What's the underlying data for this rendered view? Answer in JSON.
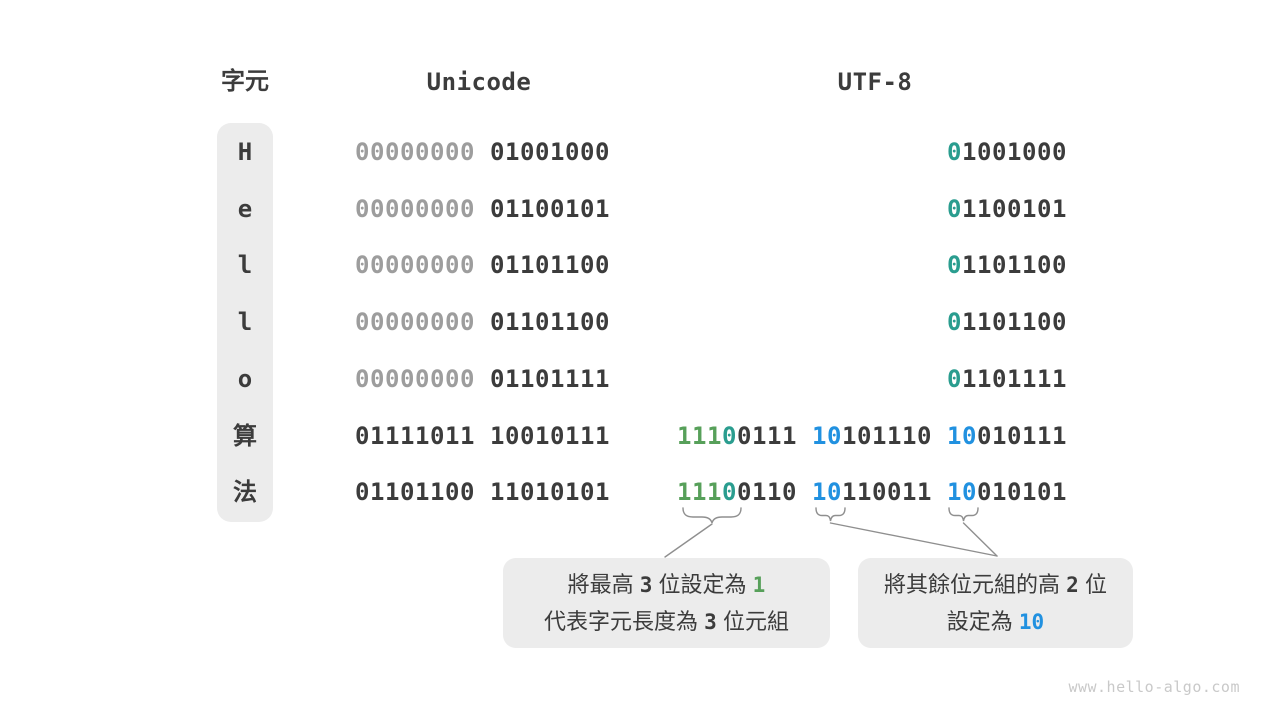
{
  "page": {
    "watermark": "www.hello-algo.com",
    "background": "#ffffff"
  },
  "colors": {
    "dark": "#3c3c3c",
    "gray": "#9d9d9d",
    "teal": "#2a9d8f",
    "green": "#57a05a",
    "blue": "#2191e0",
    "box_bg": "#ececec",
    "line": "#8f8f8f",
    "watermark": "#c9c9c9"
  },
  "header": {
    "char_col": "字元",
    "unicode_col": "Unicode",
    "utf8_col": "UTF-8"
  },
  "rows": [
    {
      "char": "H",
      "unicode": [
        {
          "t": "00000000",
          "c": "gray"
        },
        {
          "t": " 01001000",
          "c": "dark"
        }
      ],
      "utf8": [
        {
          "t": "0",
          "c": "teal"
        },
        {
          "t": "1001000",
          "c": "dark"
        }
      ]
    },
    {
      "char": "e",
      "unicode": [
        {
          "t": "00000000",
          "c": "gray"
        },
        {
          "t": " 01100101",
          "c": "dark"
        }
      ],
      "utf8": [
        {
          "t": "0",
          "c": "teal"
        },
        {
          "t": "1100101",
          "c": "dark"
        }
      ]
    },
    {
      "char": "l",
      "unicode": [
        {
          "t": "00000000",
          "c": "gray"
        },
        {
          "t": " 01101100",
          "c": "dark"
        }
      ],
      "utf8": [
        {
          "t": "0",
          "c": "teal"
        },
        {
          "t": "1101100",
          "c": "dark"
        }
      ]
    },
    {
      "char": "l",
      "unicode": [
        {
          "t": "00000000",
          "c": "gray"
        },
        {
          "t": " 01101100",
          "c": "dark"
        }
      ],
      "utf8": [
        {
          "t": "0",
          "c": "teal"
        },
        {
          "t": "1101100",
          "c": "dark"
        }
      ]
    },
    {
      "char": "o",
      "unicode": [
        {
          "t": "00000000",
          "c": "gray"
        },
        {
          "t": " 01101111",
          "c": "dark"
        }
      ],
      "utf8": [
        {
          "t": "0",
          "c": "teal"
        },
        {
          "t": "1101111",
          "c": "dark"
        }
      ]
    },
    {
      "char": "算",
      "unicode": [
        {
          "t": "01111011 10010111",
          "c": "dark"
        }
      ],
      "utf8": [
        {
          "t": "111",
          "c": "green"
        },
        {
          "t": "0",
          "c": "teal"
        },
        {
          "t": "0111 ",
          "c": "dark"
        },
        {
          "t": "10",
          "c": "blue"
        },
        {
          "t": "101110 ",
          "c": "dark"
        },
        {
          "t": "10",
          "c": "blue"
        },
        {
          "t": "010111",
          "c": "dark"
        }
      ]
    },
    {
      "char": "法",
      "unicode": [
        {
          "t": "01101100 11010101",
          "c": "dark"
        }
      ],
      "utf8": [
        {
          "t": "111",
          "c": "green"
        },
        {
          "t": "0",
          "c": "teal"
        },
        {
          "t": "0110 ",
          "c": "dark"
        },
        {
          "t": "10",
          "c": "blue"
        },
        {
          "t": "110011 ",
          "c": "dark"
        },
        {
          "t": "10",
          "c": "blue"
        },
        {
          "t": "010101",
          "c": "dark"
        }
      ]
    }
  ],
  "callouts": [
    {
      "name": "callout-leading-bits",
      "lines": [
        [
          {
            "t": "將最高 "
          },
          {
            "t": "3",
            "c": "num"
          },
          {
            "t": " 位設定為 "
          },
          {
            "t": "1",
            "c": "green-num"
          }
        ],
        [
          {
            "t": "代表字元長度為 "
          },
          {
            "t": "3",
            "c": "num"
          },
          {
            "t": " 位元組"
          }
        ]
      ]
    },
    {
      "name": "callout-continuation-bits",
      "lines": [
        [
          {
            "t": "將其餘位元組的高 "
          },
          {
            "t": "2",
            "c": "num"
          },
          {
            "t": " 位"
          }
        ],
        [
          {
            "t": "設定為 "
          },
          {
            "t": "10",
            "c": "blue-num"
          }
        ]
      ]
    }
  ]
}
